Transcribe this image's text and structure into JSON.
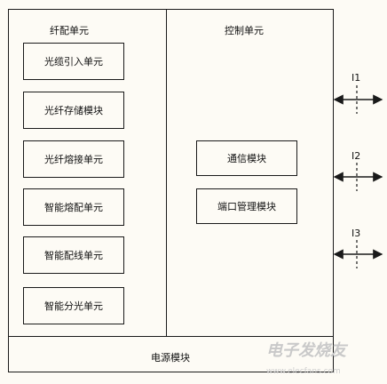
{
  "left_panel": {
    "title": "纤配单元",
    "modules": [
      {
        "label": "光缆引入单元"
      },
      {
        "label": "光纤存储模块"
      },
      {
        "label": "光纤熔接单元"
      },
      {
        "label": "智能熔配单元"
      },
      {
        "label": "智能配线单元"
      },
      {
        "label": "智能分光单元"
      }
    ]
  },
  "right_panel": {
    "title": "控制单元",
    "modules": [
      {
        "label": "通信模块"
      },
      {
        "label": "端口管理模块"
      }
    ]
  },
  "bottom_panel": {
    "label": "电源模块"
  },
  "ports": [
    {
      "label": "I1"
    },
    {
      "label": "I2"
    },
    {
      "label": "I3"
    }
  ],
  "watermark": {
    "text": "电子发烧友",
    "url": "www.elecfans.com"
  }
}
